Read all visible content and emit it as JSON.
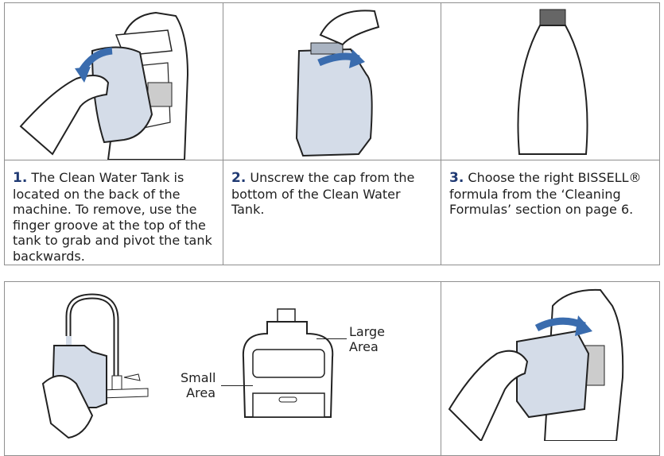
{
  "steps": [
    {
      "num": "1.",
      "text": "The Clean Water Tank is located on the back of the machine. To remove, use the finger groove at the top of the tank to grab and pivot the tank backwards."
    },
    {
      "num": "2.",
      "text": "Unscrew the cap from the bottom of the Clean Water Tank."
    },
    {
      "num": "3.",
      "text": "Choose the right BISSELL® formula from the ‘Cleaning Formulas’ section on page 6."
    }
  ],
  "tank_labels": {
    "large_line1": "Large",
    "large_line2": "Area",
    "small_line1": "Small",
    "small_line2": "Area"
  },
  "colors": {
    "tank_fill": "#d4dce8",
    "arrow": "#3a6cae",
    "number": "#203a73",
    "border": "#8f8f8f"
  }
}
